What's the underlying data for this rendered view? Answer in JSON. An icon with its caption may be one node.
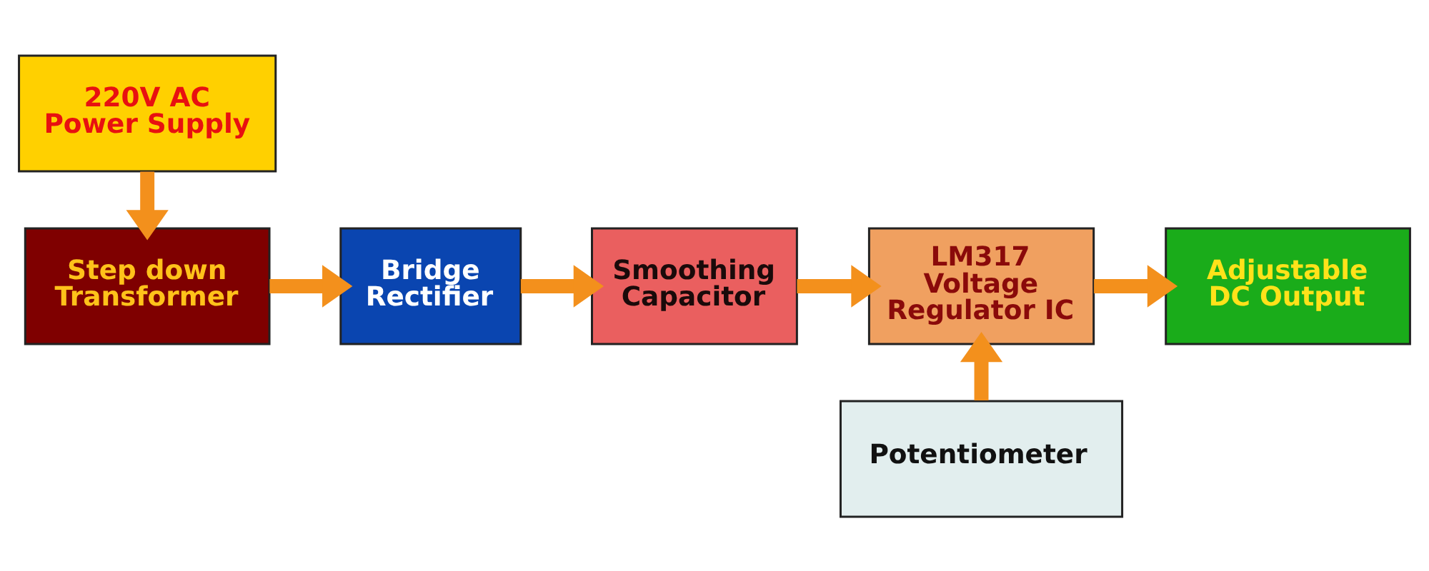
{
  "diagram": {
    "nodes": [
      {
        "text": [
          "220V AC Power Supply"
        ]
      },
      {
        "text": [
          "Step down Transformer"
        ]
      },
      {
        "text": [
          "Bridge Rectifier"
        ]
      },
      {
        "text": [
          "Smoothing Capacitor"
        ]
      },
      {
        "text": [
          "LM317 Voltage Regulator IC"
        ]
      },
      {
        "text": [
          "Adjustable DC Output"
        ]
      },
      {
        "text": [
          "Potentiometer"
        ]
      }
    ],
    "edges": [
      {
        "from": 0,
        "to": 1,
        "arrow": "to"
      },
      {
        "from": 1,
        "to": 2,
        "arrow": "to"
      },
      {
        "from": 2,
        "to": 3,
        "arrow": "to"
      },
      {
        "from": 3,
        "to": 4,
        "arrow": "to"
      },
      {
        "from": 6,
        "to": 4,
        "arrow": "to"
      },
      {
        "from": 4,
        "to": 5,
        "arrow": "to"
      }
    ]
  }
}
